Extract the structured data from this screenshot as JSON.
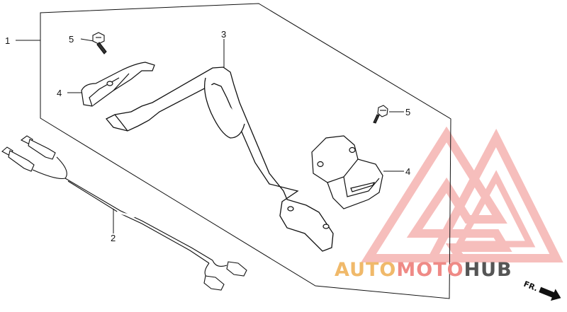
{
  "diagram": {
    "callouts": {
      "assembly": "1",
      "harness": "2",
      "bracket": "3",
      "clip_left": "4",
      "clip_right": "4",
      "bolt_left": "5",
      "bolt_right": "5"
    },
    "front_marker": "FR.",
    "watermark": {
      "part1": "AUTO",
      "part2": "MOTO",
      "part3": "HUB",
      "colors": {
        "auto": "#f0b96a",
        "moto": "#ef8a86",
        "hub": "#555555",
        "logo": "#ef9a9a"
      }
    }
  }
}
